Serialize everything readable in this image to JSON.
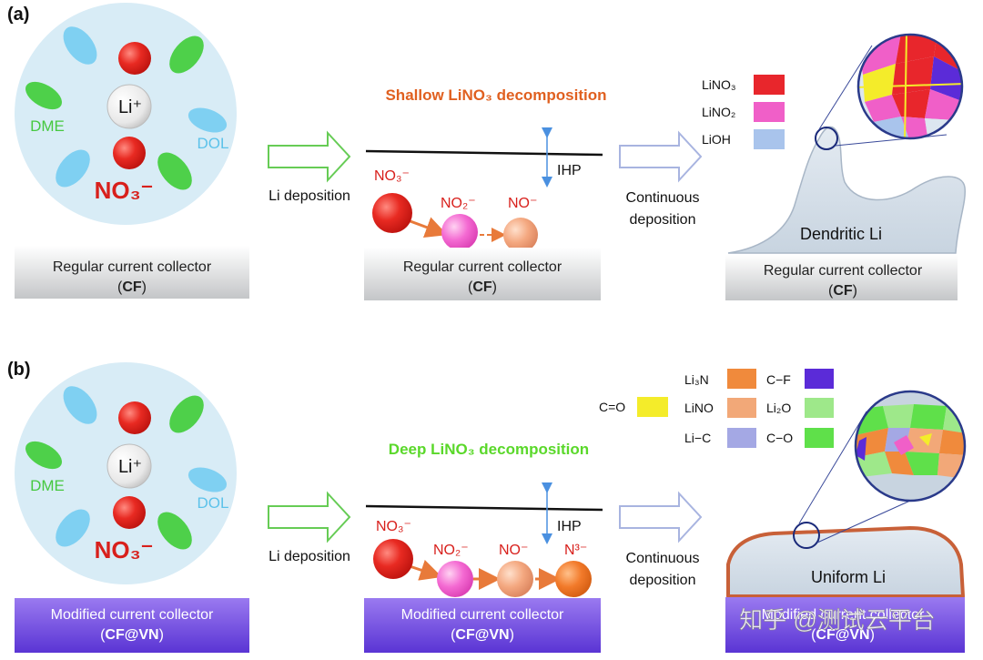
{
  "panel_a": {
    "label": "(a)",
    "solvation": {
      "cation": "Li⁺",
      "anion": "NO₃⁻",
      "solvent_1": "DME",
      "solvent_2": "DOL"
    },
    "arrow_1": "Li deposition",
    "collector_1": {
      "line1": "Regular current collector",
      "line2": "CF"
    },
    "decomposition_title": "Shallow LiNO₃ decomposition",
    "ihp": "IHP",
    "species": [
      "NO₃⁻",
      "NO₂⁻",
      "NO⁻"
    ],
    "collector_2": {
      "line1": "Regular current collector",
      "line2": "CF"
    },
    "arrow_2": {
      "line1": "Continuous",
      "line2": "deposition"
    },
    "legend": [
      {
        "label": "LiNO₃",
        "color": "#e8262c"
      },
      {
        "label": "LiNO₂",
        "color": "#f05fc8"
      },
      {
        "label": "LiOH",
        "color": "#a9c4ec"
      }
    ],
    "deposit_label": "Dendritic Li",
    "collector_3": {
      "line1": "Regular current collector",
      "line2": "CF"
    }
  },
  "panel_b": {
    "label": "(b)",
    "solvation": {
      "cation": "Li⁺",
      "anion": "NO₃⁻",
      "solvent_1": "DME",
      "solvent_2": "DOL"
    },
    "arrow_1": "Li deposition",
    "collector_1": {
      "line1": "Modified current collector",
      "line2": "CF@VN"
    },
    "decomposition_title": "Deep LiNO₃ decomposition",
    "ihp": "IHP",
    "species": [
      "NO₃⁻",
      "NO₂⁻",
      "NO⁻",
      "N³⁻"
    ],
    "collector_2": {
      "line1": "Modified current collector",
      "line2": "CF@VN"
    },
    "arrow_2": {
      "line1": "Continuous",
      "line2": "deposition"
    },
    "legend": [
      {
        "label": "Li₃N",
        "color": "#f08a3c"
      },
      {
        "label": "C−F",
        "color": "#5b2bd8"
      },
      {
        "label": "C=O",
        "color": "#f4ec2a"
      },
      {
        "label": "LiNO",
        "color": "#f2a878"
      },
      {
        "label": "Li₂O",
        "color": "#9ee88a"
      },
      {
        "label": "Li−C",
        "color": "#a4a8e4"
      },
      {
        "label": "C−O",
        "color": "#5fe04a"
      }
    ],
    "deposit_label": "Uniform Li",
    "collector_3": {
      "line1": "Modified current collector",
      "line2": "CF@VN"
    }
  },
  "watermark": "知乎 @测试云平台"
}
